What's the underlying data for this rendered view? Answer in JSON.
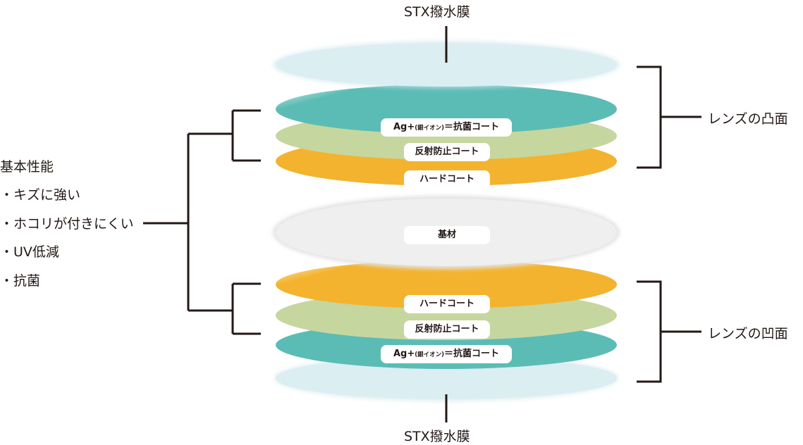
{
  "top_label": "STX撥水膜",
  "bottom_label": "STX撥水膜",
  "right_labels": {
    "convex": "レンズの凸面",
    "concave": "レンズの凹面"
  },
  "left_labels": {
    "heading": "基本性能",
    "items": [
      "・キズに強い",
      "・ホコリが付きにくい",
      "・UV低減",
      "・抗菌"
    ]
  },
  "layer_labels": {
    "ag_main": "Ag+",
    "ag_small": "(銀イオン)",
    "ag_tail": "＝抗菌コート",
    "anti_reflection": "反射防止コート",
    "hard_coat": "ハードコート",
    "substrate": "基材"
  },
  "colors": {
    "stx": "#dbeef2",
    "antibacterial": "#5bbcb5",
    "anti_reflection": "#c6d69f",
    "hard_coat": "#f3b32e",
    "substrate": "#eeeeee",
    "line": "#231815"
  }
}
